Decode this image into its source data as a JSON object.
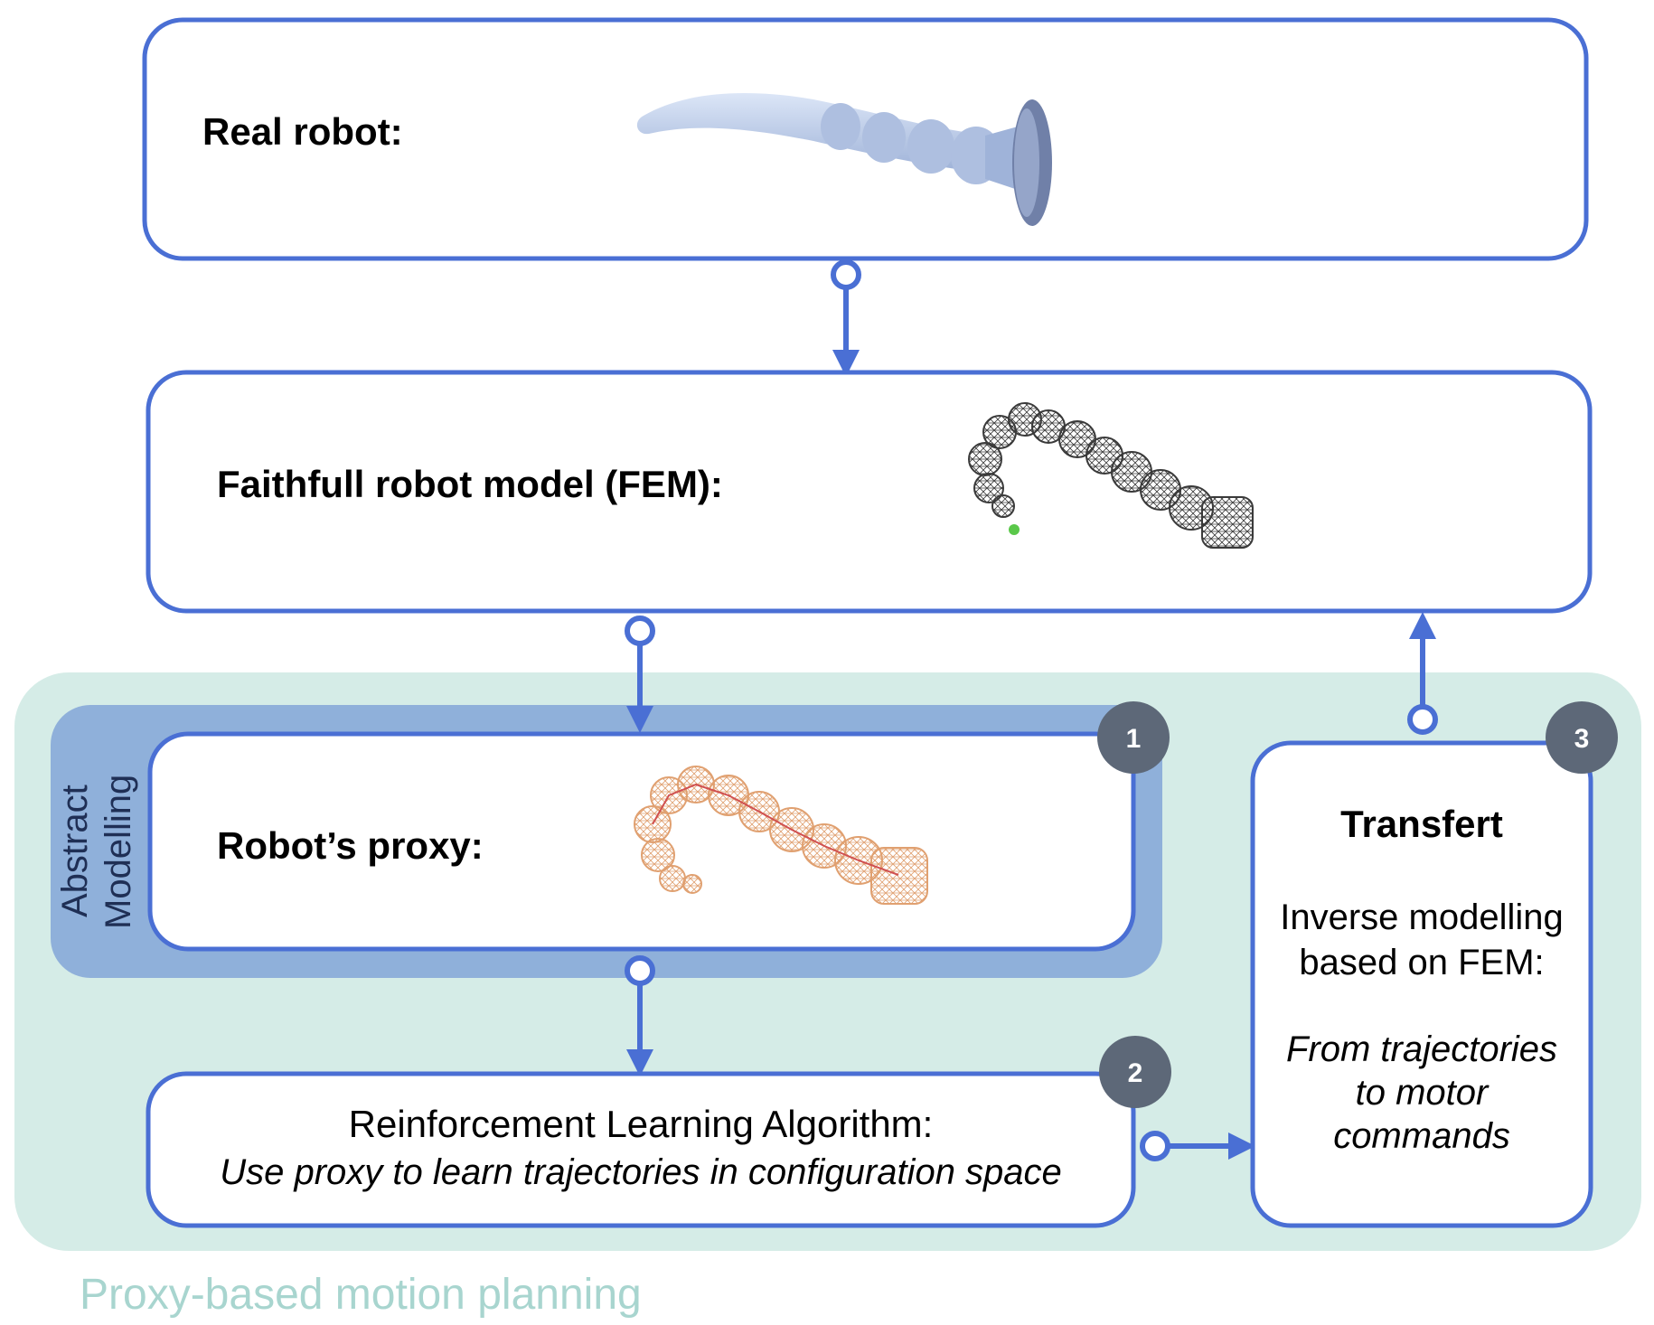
{
  "boxes": {
    "real_robot": {
      "label": "Real robot:"
    },
    "fem_model": {
      "label": "Faithfull robot model (FEM):"
    },
    "proxy": {
      "label": "Robot’s proxy:"
    },
    "rl": {
      "title": "Reinforcement Learning Algorithm:",
      "subtitle": "Use proxy to learn trajectories in configuration space"
    },
    "transfert": {
      "title": "Transfert",
      "line1": "Inverse modelling",
      "line2": "based on FEM:",
      "italic1": "From trajectories",
      "italic2": "to motor",
      "italic3": "commands"
    }
  },
  "abstract_modelling": {
    "line1": "Abstract",
    "line2": "Modelling"
  },
  "badges": {
    "one": "1",
    "two": "2",
    "three": "3"
  },
  "region": {
    "caption": "Proxy-based motion planning"
  },
  "colors": {
    "box_border": "#4a6fd4",
    "region_fill": "#d5ece7",
    "abstract_fill": "#8fb0da",
    "badge_fill": "#5d6878",
    "mesh_dark": "#3a3a3a",
    "mesh_orange": "#e0a070",
    "robot_body": "#b8c8e6",
    "target_dot": "#5ac84a"
  },
  "icons": [
    "real-robot-photo",
    "fem-mesh-robot",
    "proxy-mesh-robot",
    "target-point"
  ]
}
